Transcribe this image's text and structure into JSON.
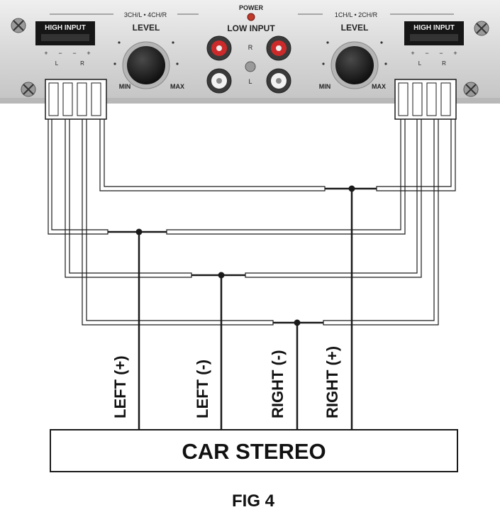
{
  "panel": {
    "power_label": "POWER",
    "low_input_label": "LOW INPUT",
    "left_section": {
      "channel_label": "3CH/L • 4CH/R",
      "level_label": "LEVEL",
      "high_input_label": "HIGH INPUT",
      "min_label": "MIN",
      "max_label": "MAX",
      "terminal_signs": [
        "+",
        "−",
        "−",
        "+"
      ],
      "terminal_lr": [
        "L",
        "R"
      ]
    },
    "right_section": {
      "channel_label": "1CH/L • 2CH/R",
      "level_label": "LEVEL",
      "high_input_label": "HIGH INPUT",
      "min_label": "MIN",
      "max_label": "MAX",
      "terminal_signs": [
        "+",
        "−",
        "−",
        "+"
      ],
      "terminal_lr": [
        "L",
        "R"
      ]
    },
    "rca_labels": [
      "R",
      "L"
    ]
  },
  "wires": {
    "labels": [
      "LEFT (+)",
      "LEFT (-)",
      "RIGHT (-)",
      "RIGHT (+)"
    ]
  },
  "stereo_box_label": "CAR STEREO",
  "figure_caption": "FIG 4",
  "colors": {
    "panel_face": "#dcdcdc",
    "knob": "#141414",
    "power_led": "#c0392b",
    "rca_red": "#cc2a2a",
    "wire_stroke": "#1a1a1a"
  }
}
